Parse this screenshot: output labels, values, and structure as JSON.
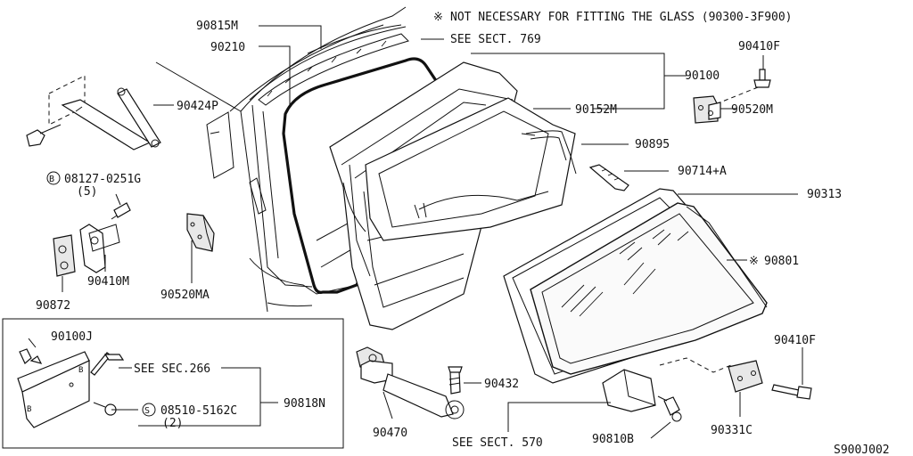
{
  "header_note": {
    "symbol": "※",
    "text": "NOT NECESSARY FOR FITTING THE GLASS (90300-3F900)"
  },
  "diagram_id": "S900J002",
  "labels": {
    "p90815M": "90815M",
    "p90210": "90210",
    "see769": "SEE SECT. 769",
    "p90100": "90100",
    "p90410F_top": "90410F",
    "p90424P": "90424P",
    "p90520M": "90520M",
    "p90152M": "90152M",
    "p90895": "90895",
    "p90714A": "90714+A",
    "p90313": "90313",
    "p90801": "90801",
    "p90801_mark": "※",
    "bolt_circle": "B",
    "bolt_num": "08127-0251G",
    "bolt_qty": "(5)",
    "p90410M": "90410M",
    "p90872": "90872",
    "p90520MA": "90520MA",
    "p90100J": "90100J",
    "see266": "SEE SEC.266",
    "screw_circle": "S",
    "screw_num": "08510-5162C",
    "screw_qty": "(2)",
    "p90818N": "90818N",
    "p90432": "90432",
    "p90470": "90470",
    "see570": "SEE SECT. 570",
    "p90810B": "90810B",
    "p90410F_bottom": "90410F",
    "p90331C": "90331C"
  }
}
